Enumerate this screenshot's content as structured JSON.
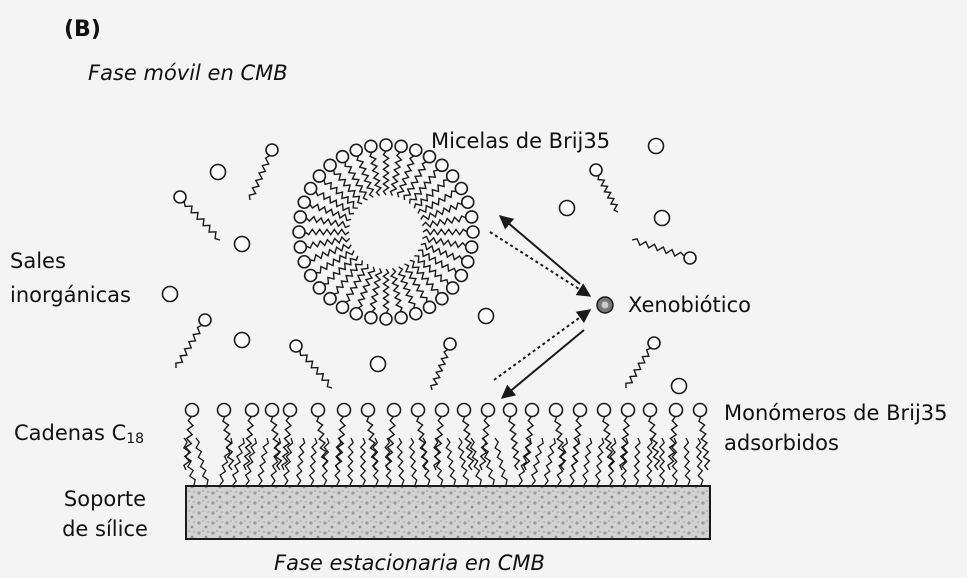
{
  "panel_label": "(B)",
  "mobile_phase": "Fase móvil en CMB",
  "micelles": "Micelas de Brij35",
  "salts": [
    "Sales",
    "inorgánicas"
  ],
  "xenobiotic": "Xenobiótico",
  "chains": {
    "text": "Cadenas C",
    "sub": "18"
  },
  "adsorbed_monomers": [
    "Monómeros de Brij35",
    "adsorbidos"
  ],
  "silica": [
    "Soporte",
    "de sílice"
  ],
  "stationary_phase": "Fase estacionaria en CMB",
  "colors": {
    "ink": "#1a1a1a",
    "background": "#f4f4f4",
    "support_fill": "#c9c9c9"
  }
}
